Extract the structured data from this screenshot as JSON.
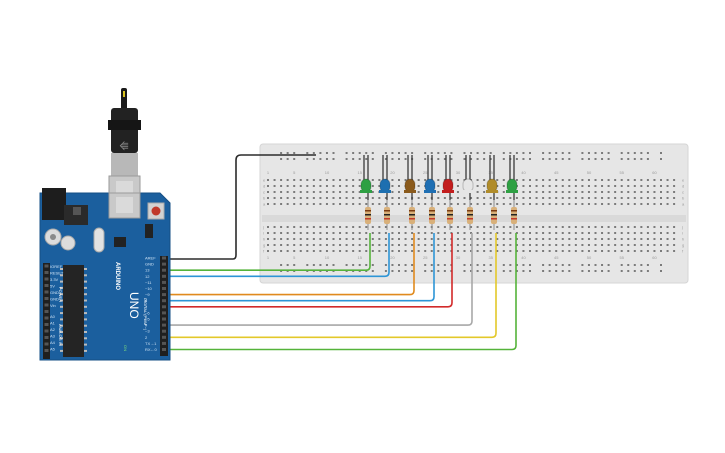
{
  "arduino": {
    "brand": "ARDUINO",
    "model": "UNO",
    "digital_header": "DIGITAL (PWM ~)",
    "power_header": "POWER",
    "analog_header": "ANALOG IN",
    "on_label": "ON",
    "top_pins": [
      "AREF",
      "GND",
      "13",
      "12",
      "~11",
      "~10",
      "~9",
      "8",
      "7",
      "~6",
      "~5",
      "4",
      "~3",
      "2",
      "TX→1",
      "RX←0"
    ],
    "power_pins": [
      "IOREF",
      "RESET",
      "3.3V",
      "5V",
      "GND",
      "GND",
      "Vin"
    ],
    "analog_pins": [
      "A0",
      "A1",
      "A2",
      "A3",
      "A4",
      "A5"
    ]
  },
  "breadboard": {
    "column_numbers": [
      "1",
      "5",
      "10",
      "15",
      "20",
      "25",
      "30",
      "35",
      "40",
      "45",
      "50",
      "55",
      "60"
    ],
    "row_letters_top": [
      "a",
      "b",
      "c",
      "d",
      "e"
    ],
    "row_letters_bottom": [
      "f",
      "g",
      "h",
      "i",
      "j"
    ]
  },
  "leds": [
    {
      "color": "#2ea043",
      "wire": "#55b33a",
      "pin": "13"
    },
    {
      "color": "#1d6fb0",
      "wire": "#2d95d6",
      "pin": "12"
    },
    {
      "color": "#8a5a1c",
      "wire": "#e08a1e",
      "pin": "~9"
    },
    {
      "color": "#1f6fb3",
      "wire": "#2d95d6",
      "pin": "8"
    },
    {
      "color": "#c21d1d",
      "wire": "#d22a2a",
      "pin": "7"
    },
    {
      "color": "#e6e6e6",
      "wire": "#a8a8a8",
      "pin": "4"
    },
    {
      "color": "#b08c2a",
      "wire": "#e3c82a",
      "pin": "2"
    },
    {
      "color": "#2ea043",
      "wire": "#55b33a",
      "pin": "RX←0"
    }
  ],
  "colors": {
    "board": "#1b5f9e",
    "breadboard": "#e8e8e8",
    "resistor": "#d8b07a",
    "ground_wire": "#2b2b2b"
  }
}
